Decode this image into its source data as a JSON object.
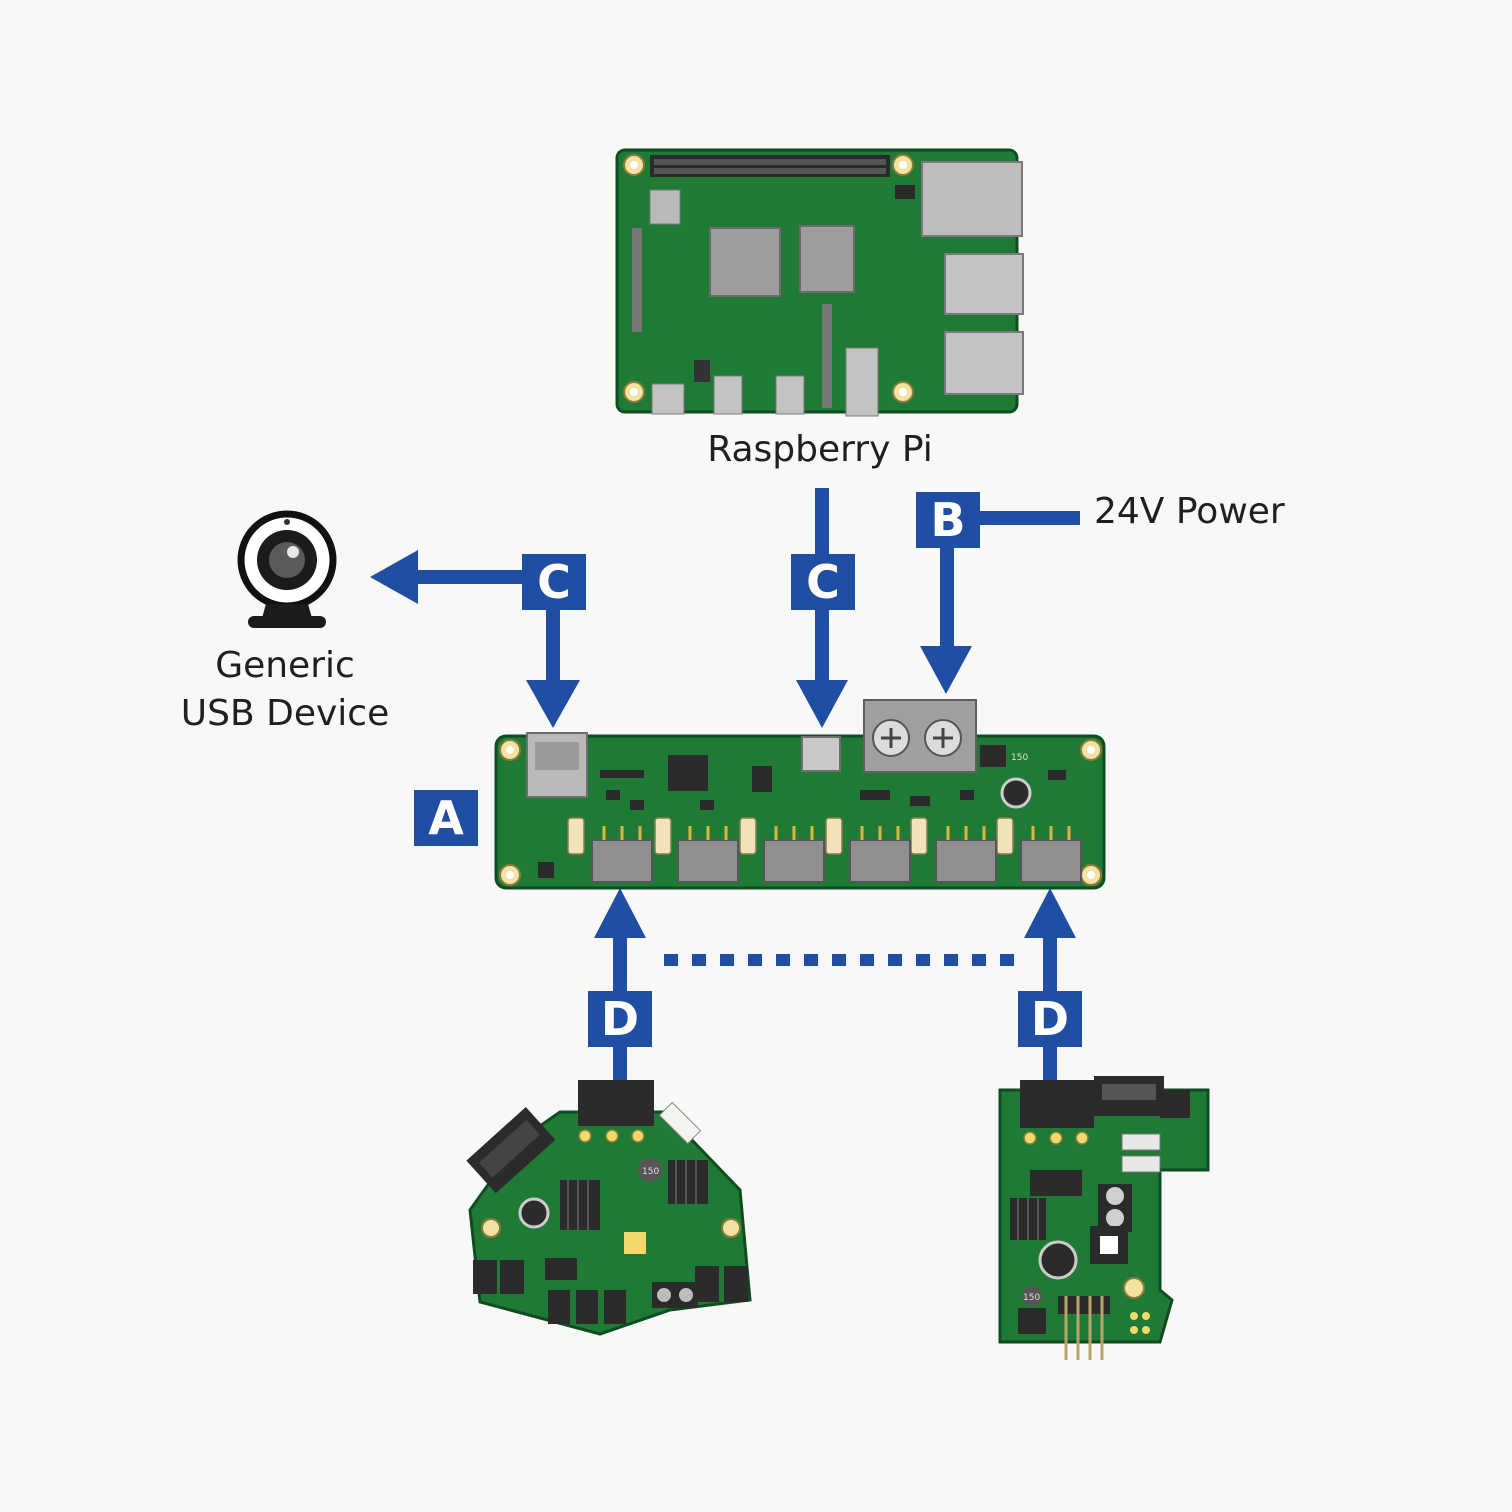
{
  "labels": {
    "raspberry_pi": "Raspberry Pi",
    "power": "24V Power",
    "usb_device_line1": "Generic",
    "usb_device_line2": "USB Device"
  },
  "badges": {
    "a": "A",
    "b": "B",
    "c": "C",
    "d": "D"
  },
  "pcb_silkscreen": {
    "hub_part": "150",
    "toolhead_part": "150",
    "bridge_part": "150"
  },
  "colors": {
    "connector_blue": "#1f4ea3",
    "pcb_green": "#1f7a35",
    "background": "#f8f8f7"
  },
  "icons": {
    "usb_device": "webcam-icon"
  }
}
